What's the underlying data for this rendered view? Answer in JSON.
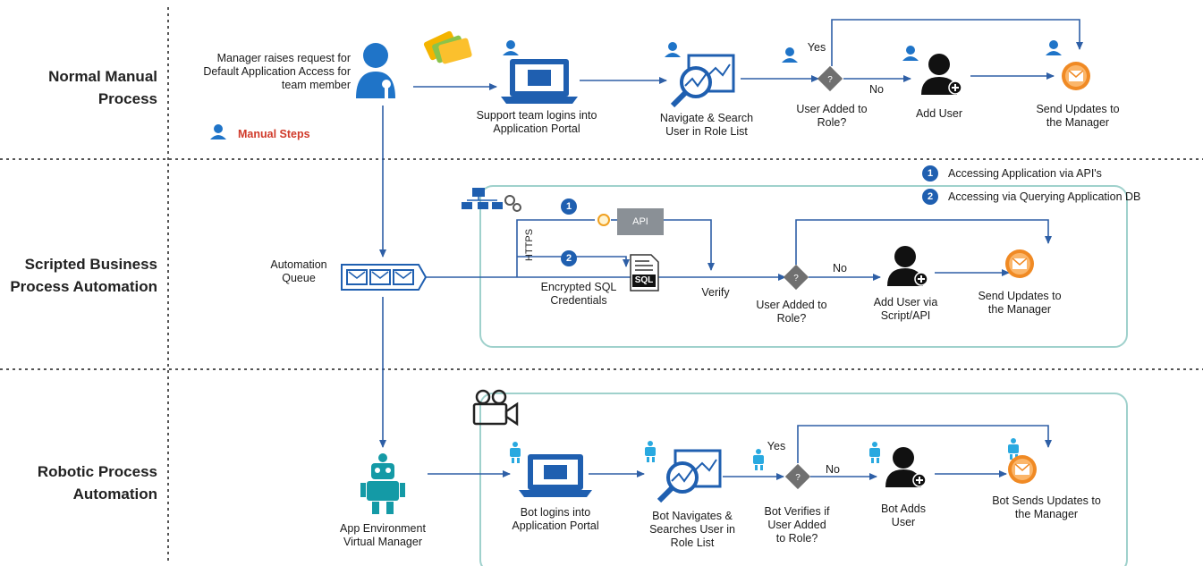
{
  "lanes": {
    "normal": "Normal Manual Process",
    "scripted": "Scripted Business Process Automation",
    "robotic": "Robotic Process Automation"
  },
  "manual": {
    "request": "Manager raises request for Default Application Access for team member",
    "manual_steps": "Manual Steps",
    "support_login": "Support team logins into Application Portal",
    "navigate": "Navigate & Search User in Role List",
    "user_added": "User Added to Role?",
    "yes": "Yes",
    "no": "No",
    "add_user": "Add User",
    "send_updates": "Send Updates to the Manager"
  },
  "scripted": {
    "legend_1_num": "1",
    "legend_1": "Accessing Application via API's",
    "legend_2_num": "2",
    "legend_2": "Accessing via Querying Application DB",
    "queue": "Automation Queue",
    "https": "HTTPS",
    "api": "API",
    "num_1": "1",
    "num_2": "2",
    "sql_icon_text": "SQL",
    "encrypted": "Encrypted SQL Credentials",
    "verify": "Verify",
    "user_added": "User Added to Role?",
    "no": "No",
    "add_user": "Add User via Script/API",
    "send_updates": "Send Updates to the Manager"
  },
  "robotic": {
    "virtual_manager": "App Environment Virtual Manager",
    "bot_login": "Bot logins into Application Portal",
    "bot_navigate": "Bot Navigates & Searches User in Role List",
    "yes": "Yes",
    "no": "No",
    "bot_verifies": "Bot Verifies if User Added to Role?",
    "bot_adds": "Bot Adds User",
    "bot_sends": "Bot Sends Updates to the Manager"
  },
  "colors": {
    "arrow": "#2e5fa6",
    "box_border": "#9fd1cc",
    "dotted": "#555555",
    "icon_blue": "#1f74c8",
    "orange": "#f08a24",
    "robot_teal": "#149aa6",
    "manual_red": "#d03a2a"
  }
}
